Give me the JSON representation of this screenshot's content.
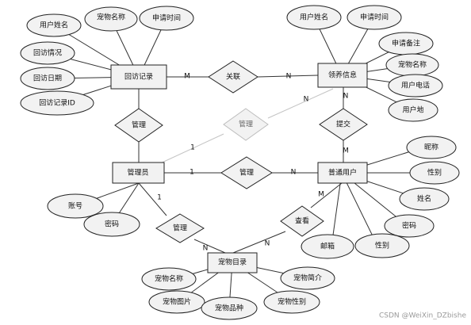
{
  "entities": {
    "visit_record": "回访记录",
    "adoption_info": "领养信息",
    "admin": "管理员",
    "user": "普通用户",
    "pet_catalog": "宠物目录"
  },
  "relationships": {
    "link": "关联",
    "manage_record": "管理",
    "manage_adoption": "管理",
    "manage_user": "管理",
    "manage_catalog": "管理",
    "submit": "提交",
    "view": "查看"
  },
  "attributes": {
    "visit_user_name": "用户姓名",
    "visit_pet_name": "宠物名称",
    "visit_apply_time": "申请时间",
    "visit_status": "回访情况",
    "visit_date": "回访日期",
    "visit_id": "回访记录ID",
    "adopt_user_name": "用户姓名",
    "adopt_apply_time": "申请时间",
    "adopt_note": "申请备注",
    "adopt_pet_name": "宠物名称",
    "adopt_phone": "用户电话",
    "adopt_address": "用户地",
    "admin_account": "账号",
    "admin_password": "密码",
    "user_nickname": "昵称",
    "user_gender": "性别",
    "user_name": "姓名",
    "user_password": "密码",
    "user_email": "邮箱",
    "user_sex": "性别",
    "pet_name": "宠物名称",
    "pet_intro": "宠物简介",
    "pet_photo": "宠物图片",
    "pet_breed": "宠物品种",
    "pet_gender": "宠物性别"
  },
  "cardinalities": {
    "link_visit": "M",
    "link_adoption": "N",
    "admin_adoption_admin": "1",
    "admin_adoption_adoption": "N",
    "submit_adoption": "N",
    "submit_user": "M",
    "admin_user_admin": "1",
    "admin_user_user": "N",
    "admin_catalog_admin": "1",
    "admin_catalog_catalog": "N",
    "view_user": "M",
    "view_catalog": "N"
  },
  "watermark": "CSDN @WeiXin_DZbishe"
}
